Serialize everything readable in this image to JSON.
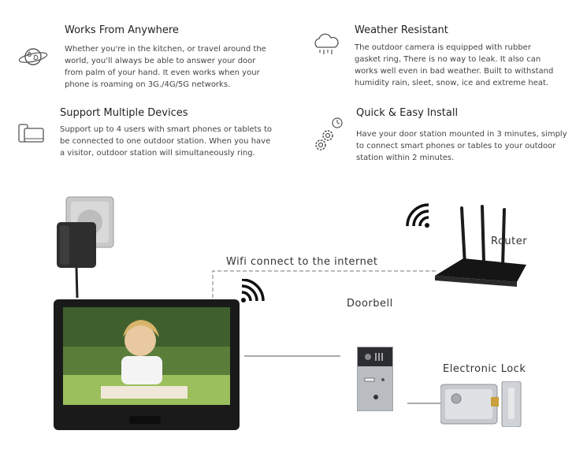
{
  "features": [
    {
      "title": "Works From Anywhere",
      "lines": [
        "Whether you're in the kitchen, or travel around the",
        "world, you'll always be able to answer your door",
        "from palm of your hand. It even works when your",
        "phone is roaming on 3G./4G/5G networks."
      ],
      "icon": "globe-icon"
    },
    {
      "title": "Weather Resistant",
      "lines": [
        "The outdoor camera is equipped with rubber",
        "gasket ring, There is no way to leak. It also can",
        "works well even in bad weather. Built to withstand",
        "humidity rain, sleet, snow, ice and extreme heat."
      ],
      "icon": "rain-cloud-icon"
    },
    {
      "title": "Support Multiple Devices",
      "lines": [
        "Support up to 4 users with smart phones or tablets to",
        "be connected to one outdoor station. When you have",
        "a visitor, outdoor station will simultaneously ring."
      ],
      "icon": "devices-icon"
    },
    {
      "title": "Quick & Easy Install",
      "lines": [
        "Have your door station mounted in 3 minutes, simply",
        "to connect smart phones or tables to your outdoor",
        "station within 2 minutes."
      ],
      "icon": "gears-clock-icon"
    }
  ],
  "diagram": {
    "wifi_label": "Wifi connect to the internet",
    "router_label": "Router",
    "doorbell_label": "Doorbell",
    "lock_label": "Electronic Lock"
  }
}
